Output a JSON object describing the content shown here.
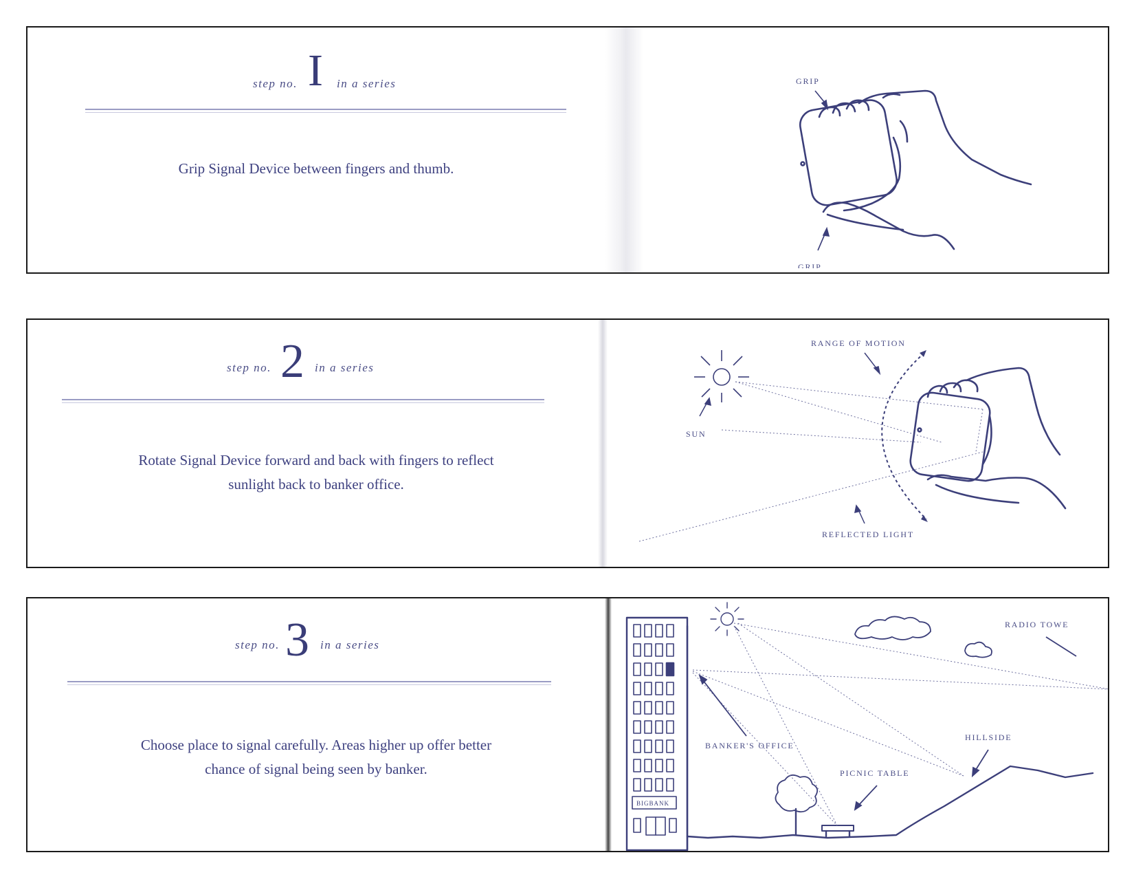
{
  "steps": [
    {
      "prefix": "step no.",
      "number": "I",
      "suffix": "in a series",
      "text": "Grip Signal Device between fingers and thumb.",
      "labels": {
        "grip_top": "GRIP",
        "grip_bottom": "GRIP"
      }
    },
    {
      "prefix": "step no.",
      "number": "2",
      "suffix": "in a series",
      "text_line1": "Rotate Signal Device forward and back with fingers to reflect",
      "text_line2": "sunlight back to banker office.",
      "labels": {
        "range": "RANGE OF MOTION",
        "sun": "SUN",
        "reflected": "REFLECTED LIGHT"
      }
    },
    {
      "prefix": "step no.",
      "number": "3",
      "suffix": "in a series",
      "text_line1": "Choose place to signal carefully. Areas higher up offer better",
      "text_line2": "chance of signal being seen by banker.",
      "labels": {
        "radio": "RADIO TOWE",
        "office": "BANKER'S OFFICE",
        "hillside": "HILLSIDE",
        "picnic": "PICNIC TABLE",
        "bank_sign": "BIGBANK"
      }
    }
  ],
  "colors": {
    "ink": "#3c3f7a",
    "border": "#1a1a1a"
  }
}
